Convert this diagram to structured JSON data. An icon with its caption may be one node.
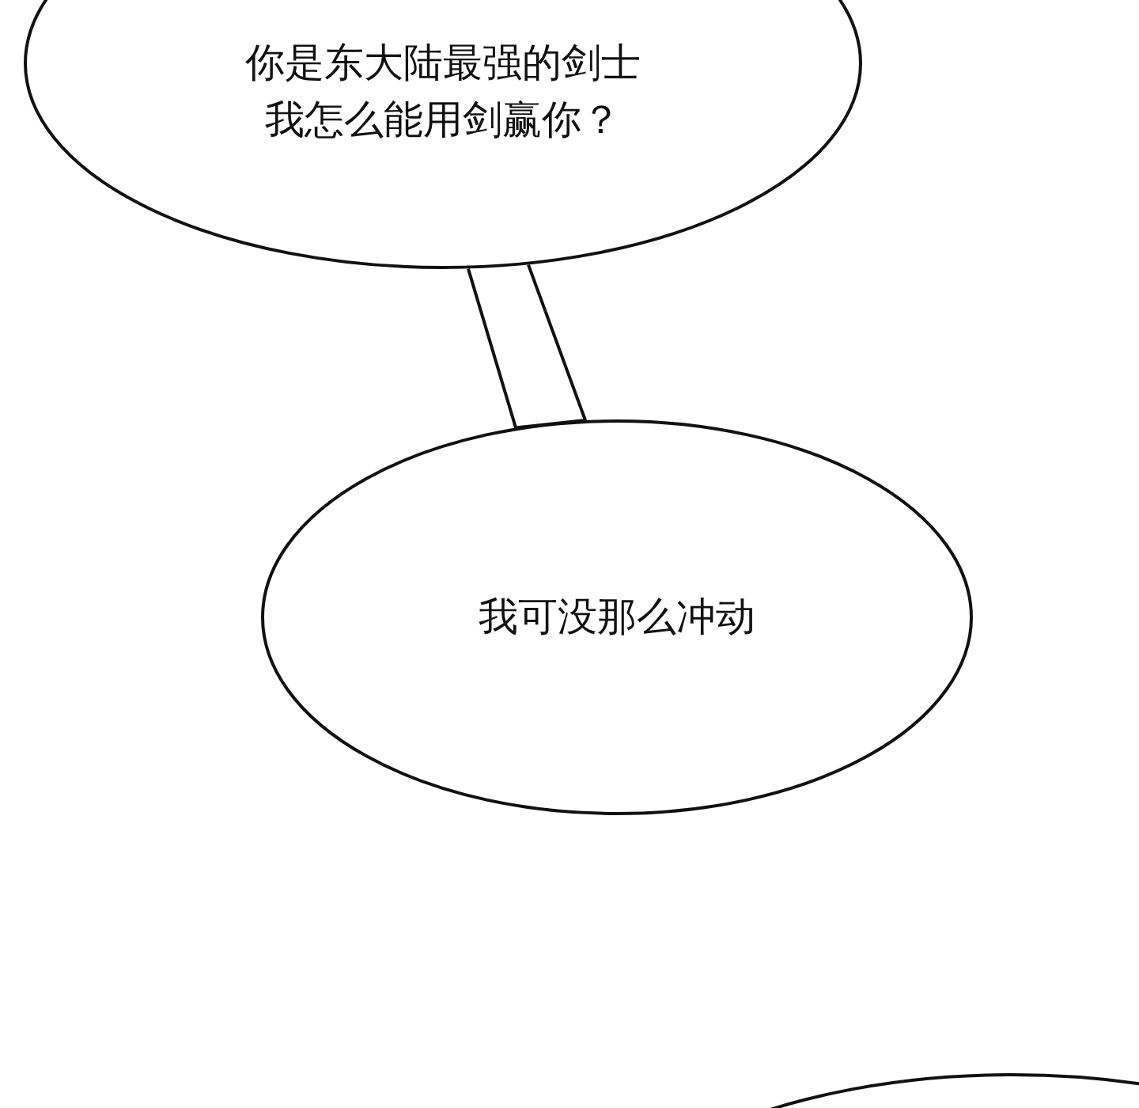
{
  "diagram": {
    "nodes": [
      {
        "text": [
          "你是东大陆最强的剑士我怎么能用剑赢你？"
        ]
      },
      {
        "text": [
          "我可没那么冲动"
        ]
      },
      {
        "text": [],
        "shape": "ellipse"
      }
    ],
    "edges": [
      {
        "from": 0,
        "to": 1,
        "arrow": "none"
      }
    ]
  }
}
